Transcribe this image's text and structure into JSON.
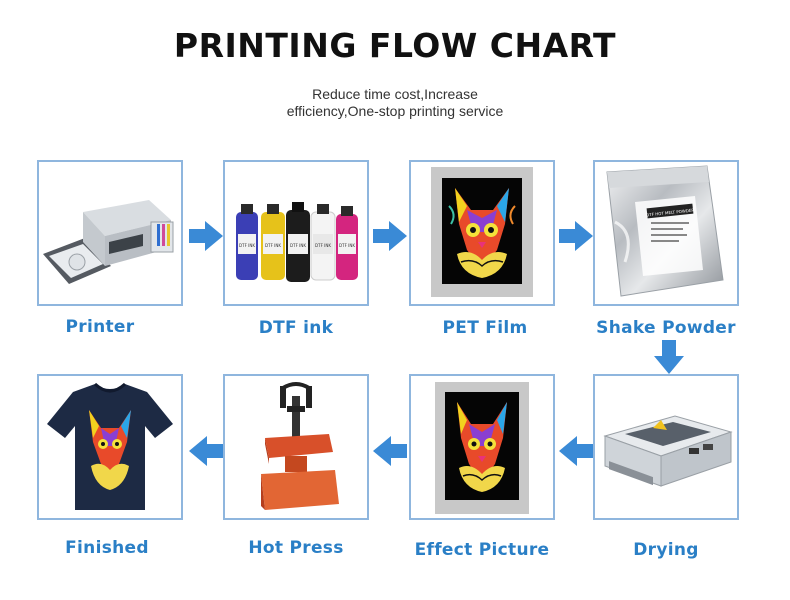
{
  "header": {
    "title": "PRINTING FLOW CHART",
    "subtitle_line1": "Reduce time cost,Increase",
    "subtitle_line2": "efficiency,One-stop printing service"
  },
  "colors": {
    "accent": "#2a7fc6",
    "arrow": "#3a8ad6",
    "box_border": "#8fb6de"
  },
  "steps": [
    {
      "label": "Printer",
      "icon": "printer-icon"
    },
    {
      "label": "DTF ink",
      "icon": "ink-bottles-icon"
    },
    {
      "label": "PET Film",
      "icon": "pet-film-icon"
    },
    {
      "label": "Shake Powder",
      "icon": "powder-bag-icon"
    },
    {
      "label": "Drying",
      "icon": "dryer-oven-icon"
    },
    {
      "label": "Effect Picture",
      "icon": "effect-picture-icon"
    },
    {
      "label": "Hot Press",
      "icon": "heat-press-icon"
    },
    {
      "label": "Finished",
      "icon": "tshirt-icon"
    }
  ],
  "ink_labels": [
    "DTF INK",
    "DTF INK",
    "DTF INK",
    "DTF INK",
    "DTF INK"
  ],
  "powder_bag_text": "DTF HOT MELT POWDER"
}
